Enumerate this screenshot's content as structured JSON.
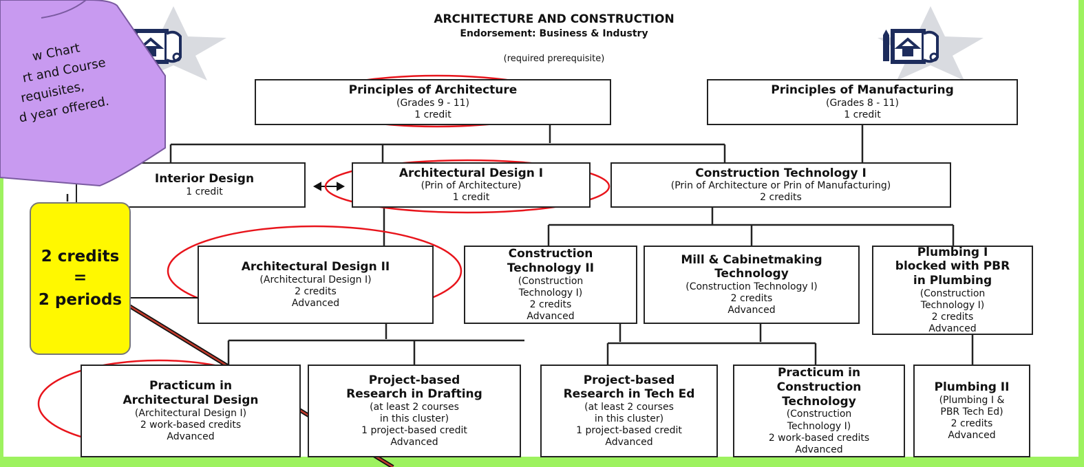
{
  "header": {
    "title": "ARCHITECTURE AND CONSTRUCTION",
    "subtitle": "Endorsement: Business & Industry",
    "legend": "(required prerequisite)"
  },
  "note": {
    "lines": [
      "w Chart",
      "rt and Course",
      "requisites,",
      "d year offered."
    ],
    "color": "#c89af0"
  },
  "callout": {
    "line1": "2 credits",
    "line2": "=",
    "line3": "2 periods",
    "color": "#fff800"
  },
  "courses": {
    "principles_arch": {
      "title": "Principles of Architecture",
      "prereq": "(Grades 9 - 11)",
      "credits": "1 credit"
    },
    "principles_mfg": {
      "title": "Principles of Manufacturing",
      "prereq": "(Grades 8 - 11)",
      "credits": "1 credit"
    },
    "interior_design": {
      "title": "Interior Design",
      "credits": "1 credit"
    },
    "arch_design_1": {
      "title": "Architectural Design I",
      "prereq": "(Prin of Architecture)",
      "credits": "1 credit"
    },
    "construction_tech_1": {
      "title": "Construction Technology I",
      "prereq": "(Prin of Architecture or Prin of Manufacturing)",
      "credits": "2 credits"
    },
    "arch_design_2": {
      "title": "Architectural Design II",
      "prereq": "(Architectural Design I)",
      "credits": "2 credits",
      "level": "Advanced"
    },
    "construction_tech_2": {
      "title_l1": "Construction",
      "title_l2": "Technology II",
      "prereq_l1": "(Construction",
      "prereq_l2": "Technology I)",
      "credits": "2 credits",
      "level": "Advanced"
    },
    "mill_cabinet": {
      "title_l1": "Mill & Cabinetmaking",
      "title_l2": "Technology",
      "prereq": "(Construction Technology I)",
      "credits": "2 credits",
      "level": "Advanced"
    },
    "plumbing_1": {
      "title_l1": "Plumbing I",
      "title_l2": "blocked with PBR",
      "title_l3": "in Plumbing",
      "prereq_l1": "(Construction",
      "prereq_l2": "Technology I)",
      "credits": "2 credits",
      "level": "Advanced"
    },
    "practicum_arch": {
      "title_l1": "Practicum in",
      "title_l2": "Architectural Design",
      "prereq": "(Architectural Design I)",
      "credits": "2 work-based credits",
      "level": "Advanced"
    },
    "pbr_drafting": {
      "title_l1": "Project-based",
      "title_l2": "Research in Drafting",
      "prereq_l1": "(at least 2 courses",
      "prereq_l2": "in this cluster)",
      "credits": "1 project-based credit",
      "level": "Advanced"
    },
    "pbr_tech_ed": {
      "title_l1": "Project-based",
      "title_l2": "Research in Tech Ed",
      "prereq_l1": "(at least 2 courses",
      "prereq_l2": "in this cluster)",
      "credits": "1 project-based credit",
      "level": "Advanced"
    },
    "practicum_construction": {
      "title_l1": "Practicum in",
      "title_l2": "Construction",
      "title_l3": "Technology",
      "prereq_l1": "(Construction",
      "prereq_l2": "Technology I)",
      "credits": "2 work-based credits",
      "level": "Advanced"
    },
    "plumbing_2": {
      "title": "Plumbing II",
      "prereq_l1": "(Plumbing I &",
      "prereq_l2": "PBR Tech Ed)",
      "credits": "2 credits",
      "level": "Advanced"
    }
  },
  "annotation_color": "#e8141b",
  "logo": {
    "icon": "architecture-logo-icon",
    "color": "#1d2c5c"
  }
}
